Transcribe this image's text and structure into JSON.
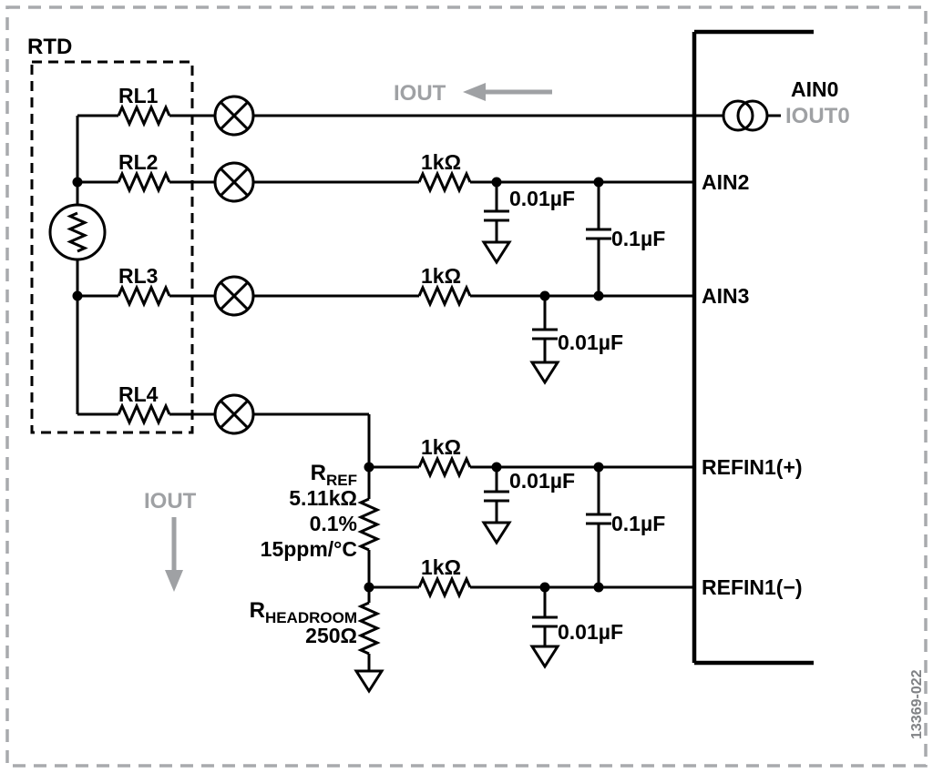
{
  "figure": {
    "code": "13369-022"
  },
  "rtd": {
    "label": "RTD",
    "leads": {
      "rl1": "RL1",
      "rl2": "RL2",
      "rl3": "RL3",
      "rl4": "RL4"
    }
  },
  "signals": {
    "iout_top": "IOUT",
    "iout_bottom": "IOUT",
    "iout0": "IOUT0"
  },
  "adc": {
    "pins": {
      "ain0": "AIN0",
      "ain2": "AIN2",
      "ain3": "AIN3",
      "refin1_pos": "REFIN1(+)",
      "refin1_neg": "REFIN1(−)"
    }
  },
  "components": {
    "r_ain2": "1kΩ",
    "r_ain3": "1kΩ",
    "r_refp": "1kΩ",
    "r_refm": "1kΩ",
    "c_ain2": "0.01µF",
    "c_ain_diff": "0.1µF",
    "c_ain3": "0.01µF",
    "c_refp": "0.01µF",
    "c_ref_diff": "0.1µF",
    "c_refm": "0.01µF",
    "rref": {
      "sym": "R",
      "sub": "REF",
      "value": "5.11kΩ",
      "tolerance": "0.1%",
      "tempco": "15ppm/°C"
    },
    "rheadroom": {
      "sym": "R",
      "sub": "HEADROOM",
      "value": "250Ω"
    }
  },
  "colors": {
    "line": "#000000",
    "gray_accent": "#9fa1a4",
    "figure_gray": "#808285",
    "background": "#ffffff"
  }
}
